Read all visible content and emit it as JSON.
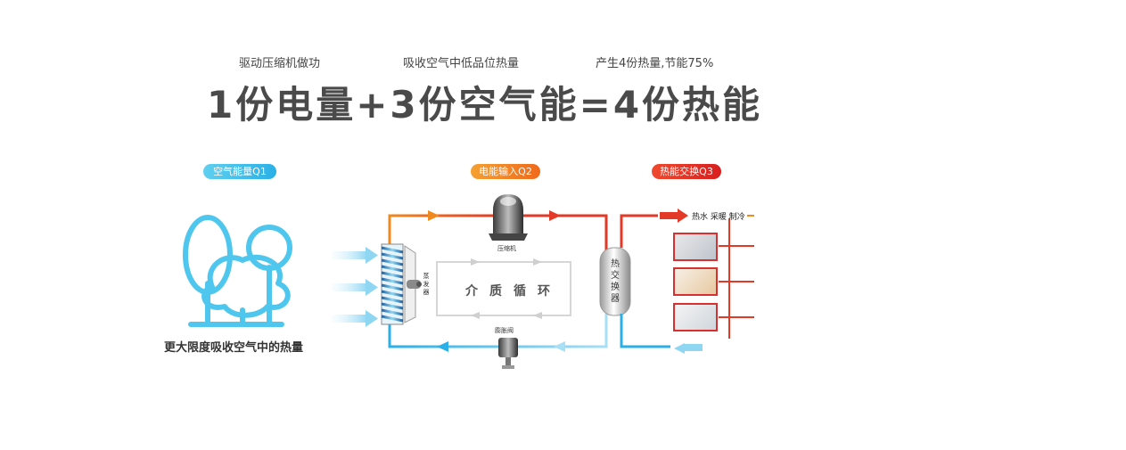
{
  "header": {
    "sub1": "驱动压缩机做功",
    "sub2": "吸收空气中低品位热量",
    "sub3": "产生4份热量,节能75%",
    "formula": "1份电量+3份空气能=4份热能"
  },
  "badges": {
    "q1": "空气能量Q1",
    "q2": "电能输入Q2",
    "q3": "热能交换Q3"
  },
  "labels": {
    "compressor": "压缩机",
    "evaporator": [
      "蒸",
      "发",
      "器"
    ],
    "exchanger": [
      "热",
      "交",
      "换",
      "器"
    ],
    "valve": "膨胀阀",
    "cycle": "介质循环",
    "uses": "热水 采暖 制冷",
    "caption": "更大限度吸收空气中的热量"
  },
  "colors": {
    "hot": "#e23a26",
    "warm": "#f08a1e",
    "cool": "#2ab0e6",
    "tree": "#4fc6ee"
  },
  "icons": {
    "tree": "tree-icon",
    "fan": "fan-icon",
    "compressor": "compressor-icon",
    "valve": "valve-icon",
    "exchanger": "heat-exchanger-icon"
  }
}
